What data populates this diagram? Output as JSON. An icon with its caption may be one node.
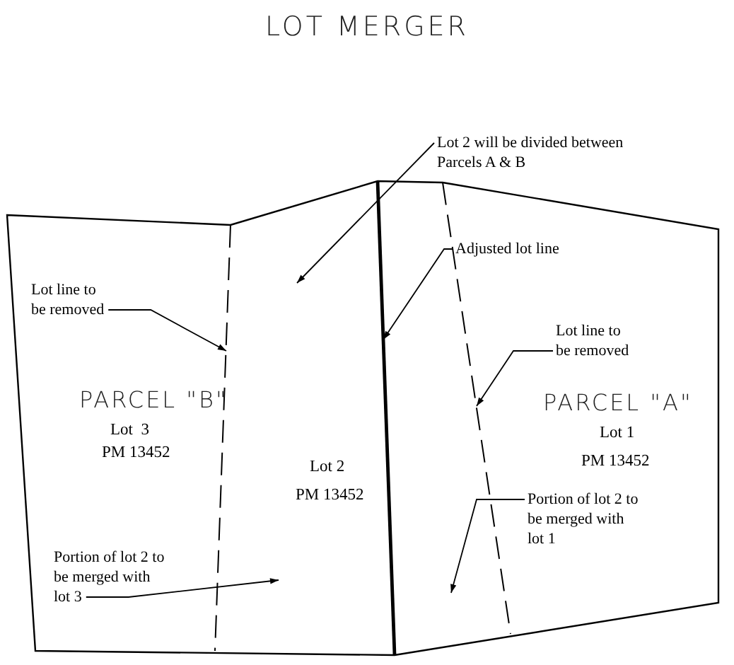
{
  "diagram": {
    "title": "LOT MERGER",
    "nodes": [
      {
        "text": [
          "Lot 2 will be divided between Parcels A & B"
        ]
      },
      {
        "text": [
          "Lot line to be removed"
        ]
      },
      {
        "text": [
          "Adjusted lot line"
        ]
      },
      {
        "text": [
          "Lot line to be removed"
        ]
      },
      {
        "text": [
          "Portion of lot 2 to be merged with lot 1"
        ]
      },
      {
        "text": [
          "Portion of lot 2 to be merged with lot 3"
        ]
      }
    ],
    "edges": [
      {
        "from": 0,
        "to": null,
        "arrow": "to"
      },
      {
        "from": 1,
        "to": null,
        "arrow": "to"
      },
      {
        "from": 2,
        "to": null,
        "arrow": "to"
      },
      {
        "from": 3,
        "to": null,
        "arrow": "to"
      },
      {
        "from": 4,
        "to": null,
        "arrow": "to"
      },
      {
        "from": 5,
        "to": null,
        "arrow": "to"
      }
    ],
    "labels": [
      "PARCEL \"B\"",
      "Lot  3",
      "PM 13452",
      "Lot 2",
      "PM 13452",
      "PARCEL \"A\"",
      "Lot 1",
      "PM 13452"
    ]
  }
}
